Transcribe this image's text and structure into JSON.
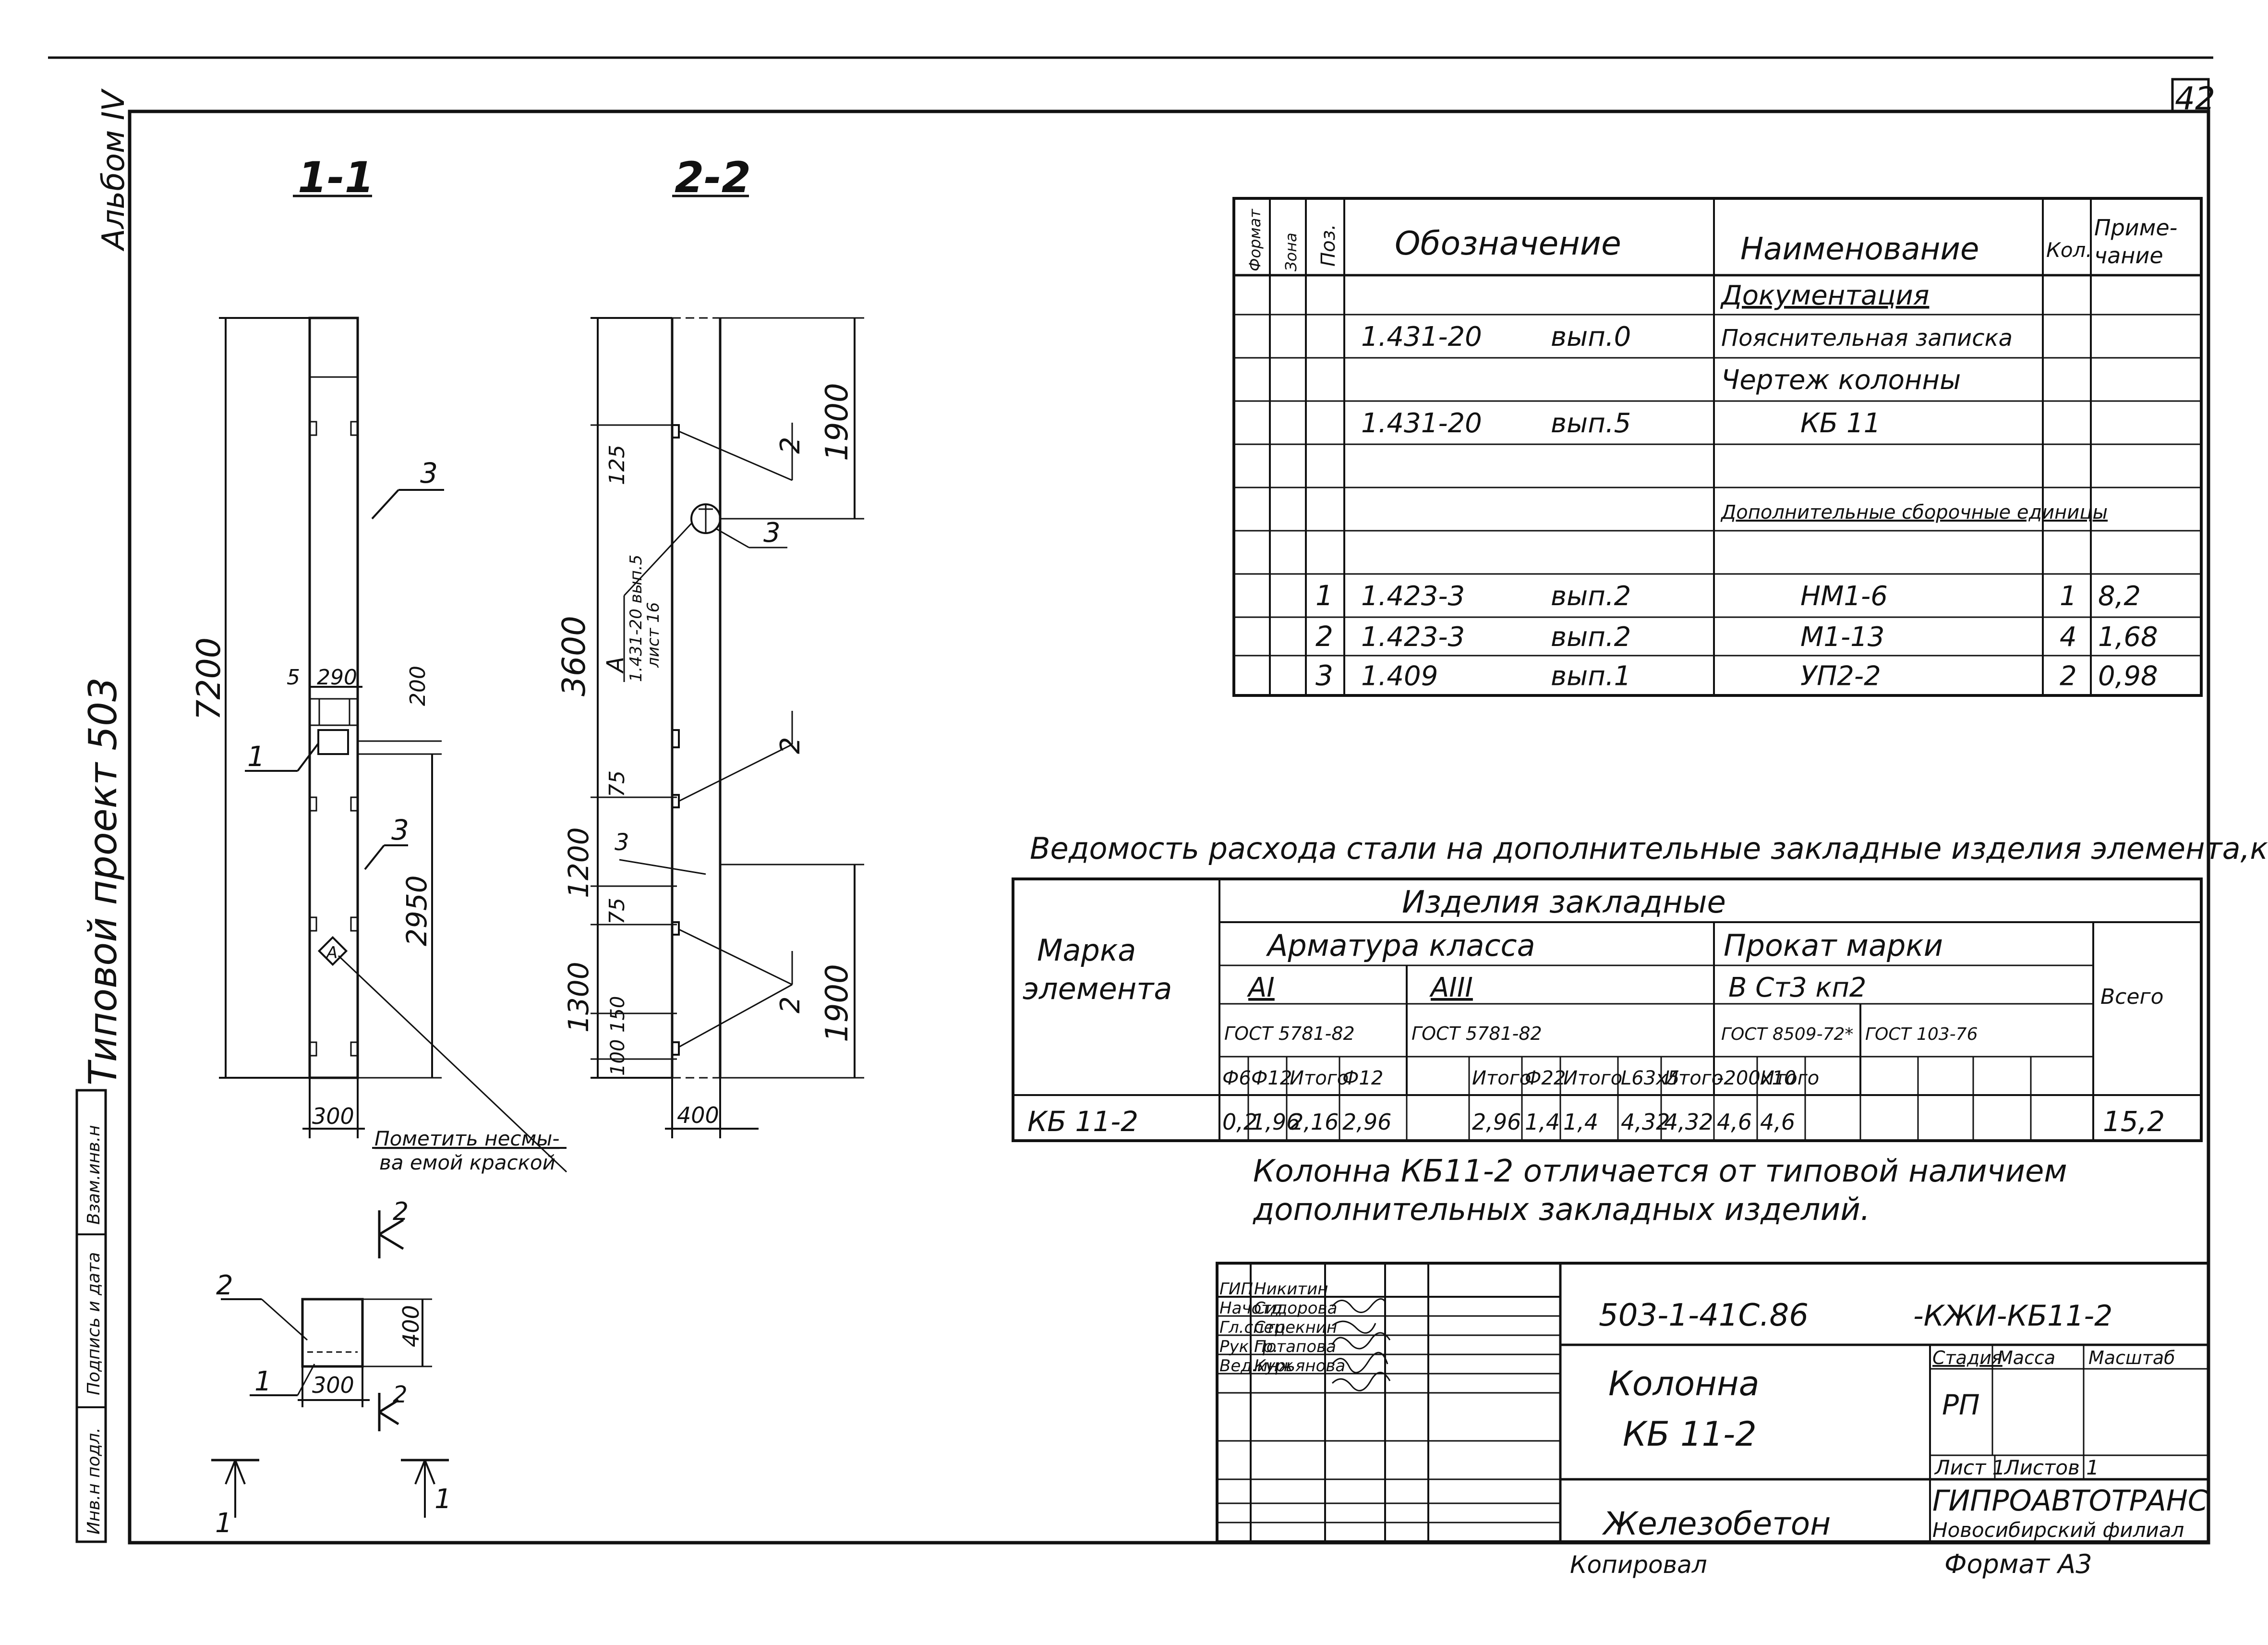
{
  "sheet_number": "42",
  "side": {
    "album": "Альбом IV",
    "project": "Типовой проект 503",
    "stamp_cells": [
      "Инв.н подл.",
      "Подпись и дата",
      "Взам.инв.н"
    ]
  },
  "views": {
    "section_1_1": "1-1",
    "section_2_2": "2-2",
    "dim_7200": "7200",
    "dim_2950": "2950",
    "dim_200": "200",
    "dim_290": "290",
    "dim_5": "5",
    "dim_300_a": "300",
    "dim_3600": "3600",
    "dim_1200": "1200",
    "dim_1300": "1300",
    "dim_1900_top": "1900",
    "dim_1900_bot": "1900",
    "dim_125": "125",
    "dim_75_a": "75",
    "dim_75_b": "75",
    "dim_150": "150",
    "dim_100": "100",
    "dim_400_a": "400",
    "dim_400_b": "400",
    "dim_300_b": "300",
    "lbl_1": "1",
    "lbl_2": "2",
    "lbl_3": "3",
    "lbl_A": "А",
    "ref_A": "А",
    "ref_A_1": "1.431-20 вып.5",
    "ref_A_2": "лист 16",
    "paint_note_1": "Пометить несмы-",
    "paint_note_2": "ва емой краской",
    "cut_1": "1",
    "cut_2": "2"
  },
  "spec_table": {
    "headers": {
      "format": "Формат",
      "zone": "Зона",
      "pos": "Поз.",
      "designation": "Обозначение",
      "name": "Наименование",
      "qty": "Кол.",
      "note": "Приме-\nчание"
    },
    "rows": [
      {
        "pos": "",
        "designation": "",
        "issue": "",
        "name": "Документация",
        "qty": "",
        "note": ""
      },
      {
        "pos": "",
        "designation": "1.431-20",
        "issue": "вып.0",
        "name": "Пояснительная записка",
        "qty": "",
        "note": ""
      },
      {
        "pos": "",
        "designation": "",
        "issue": "",
        "name": "Чертеж колонны",
        "qty": "",
        "note": ""
      },
      {
        "pos": "",
        "designation": "1.431-20",
        "issue": "вып.5",
        "name": "КБ 11",
        "qty": "",
        "note": ""
      },
      {
        "pos": "",
        "designation": "",
        "issue": "",
        "name": "",
        "qty": "",
        "note": ""
      },
      {
        "pos": "",
        "designation": "",
        "issue": "",
        "name": "Дополнительные сборочные единицы",
        "qty": "",
        "note": ""
      },
      {
        "pos": "",
        "designation": "",
        "issue": "",
        "name": "",
        "qty": "",
        "note": ""
      },
      {
        "pos": "1",
        "designation": "1.423-3",
        "issue": "вып.2",
        "name": "НМ1-6",
        "qty": "1",
        "note": "8,2"
      },
      {
        "pos": "2",
        "designation": "1.423-3",
        "issue": "вып.2",
        "name": "М1-13",
        "qty": "4",
        "note": "1,68"
      },
      {
        "pos": "3",
        "designation": "1.409",
        "issue": "вып.1",
        "name": "УП2-2",
        "qty": "2",
        "note": "0,98"
      }
    ]
  },
  "steel": {
    "title": "Ведомость расхода стали на дополнительные закладные изделия элемента,кг",
    "h_mark": "Марка элемента",
    "h_items": "Изделия закладные",
    "h_rebar": "Арматура класса",
    "h_rolled": "Прокат марки",
    "h_total": "Всего",
    "h_AI": "АI",
    "h_AIII": "АIII",
    "h_steel": "В Ст3 кп2",
    "h_gost_AI": "ГОСТ 5781-82",
    "h_gost_AIII": "ГОСТ 5781-82",
    "h_gost_r1": "ГОСТ 8509-72*",
    "h_gost_r2": "ГОСТ 103-76",
    "cols": [
      "Ф6",
      "Ф12",
      "Итого",
      "Ф12",
      "",
      "Итого",
      "Ф22",
      "Итого",
      "L63х5",
      "Итого",
      "-200х10",
      "Итого",
      "",
      ""
    ],
    "row_mark": "КБ 11-2",
    "row_values": [
      "0,2",
      "1,96",
      "2,16",
      "2,96",
      "",
      "2,96",
      "1,4",
      "1,4",
      "4,32",
      "4,32",
      "4,6",
      "4,6",
      "",
      ""
    ],
    "row_total": "15,2",
    "note_1": "Колонна КБ11-2 отличается от типовой наличием",
    "note_2": "дополнительных закладных изделий."
  },
  "title_block": {
    "roles": [
      "ГИП",
      "Начотд.",
      "Гл.спец",
      "Рук.гр.",
      "Вед.инж"
    ],
    "names": [
      "Никитин",
      "Сидорова",
      "Стрекнин",
      "Потапова",
      "Курьянова"
    ],
    "code": "503-1-41С.86",
    "doc": "-КЖИ-КБ11-2",
    "object_1": "Колонна",
    "object_2": "КБ 11-2",
    "material": "Железобетон",
    "stage_h": "Стадия",
    "mass_h": "Масса",
    "scale_h": "Масштаб",
    "stage": "РП",
    "sheet": "Лист 1",
    "sheets": "Листов 1",
    "org_1": "ГИПРОАВТОТРАНС",
    "org_2": "Новосибирский филиал",
    "copied": "Копировал",
    "format": "Формат А3"
  }
}
